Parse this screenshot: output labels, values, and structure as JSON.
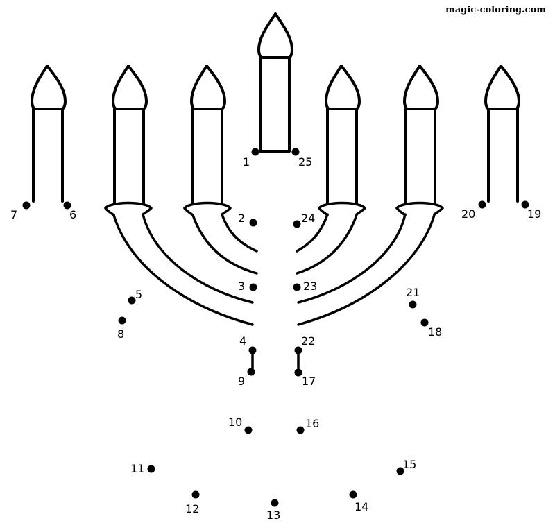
{
  "watermark": "magic-coloring.com",
  "dots": [
    {
      "label": "1"
    },
    {
      "label": "2"
    },
    {
      "label": "3"
    },
    {
      "label": "4"
    },
    {
      "label": "5"
    },
    {
      "label": "6"
    },
    {
      "label": "7"
    },
    {
      "label": "8"
    },
    {
      "label": "9"
    },
    {
      "label": "10"
    },
    {
      "label": "11"
    },
    {
      "label": "12"
    },
    {
      "label": "13"
    },
    {
      "label": "14"
    },
    {
      "label": "15"
    },
    {
      "label": "16"
    },
    {
      "label": "17"
    },
    {
      "label": "18"
    },
    {
      "label": "19"
    },
    {
      "label": "20"
    },
    {
      "label": "21"
    },
    {
      "label": "22"
    },
    {
      "label": "23"
    },
    {
      "label": "24"
    },
    {
      "label": "25"
    }
  ]
}
